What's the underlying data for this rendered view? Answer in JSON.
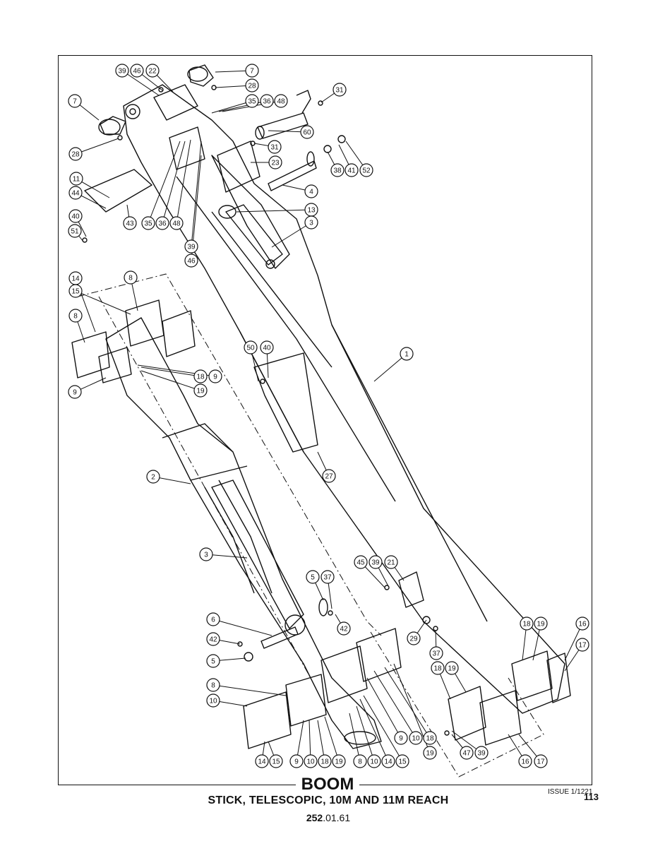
{
  "title": "BOOM",
  "subtitle": "STICK, TELESCOPIC, 10M AND 11M REACH",
  "doc_number_bold": "252",
  "doc_number_rest": ".01.61",
  "issue": "ISSUE 1/1221",
  "page_number": "113",
  "callouts": [
    "39",
    "46",
    "22",
    "7",
    "28",
    "7",
    "31",
    "35",
    "36",
    "48",
    "60",
    "31",
    "23",
    "38",
    "41",
    "52",
    "28",
    "11",
    "44",
    "40",
    "51",
    "43",
    "35",
    "36",
    "48",
    "4",
    "13",
    "3",
    "39",
    "46",
    "14",
    "15",
    "8",
    "8",
    "9",
    "18",
    "19",
    "9",
    "50",
    "40",
    "1",
    "27",
    "2",
    "3",
    "45",
    "39",
    "21",
    "5",
    "37",
    "42",
    "6",
    "42",
    "5",
    "29",
    "37",
    "18",
    "19",
    "16",
    "17",
    "18",
    "19",
    "8",
    "10",
    "9",
    "10",
    "18",
    "19",
    "47",
    "39",
    "16",
    "17",
    "14",
    "15",
    "9",
    "10",
    "18",
    "19",
    "8",
    "10",
    "14",
    "15"
  ]
}
